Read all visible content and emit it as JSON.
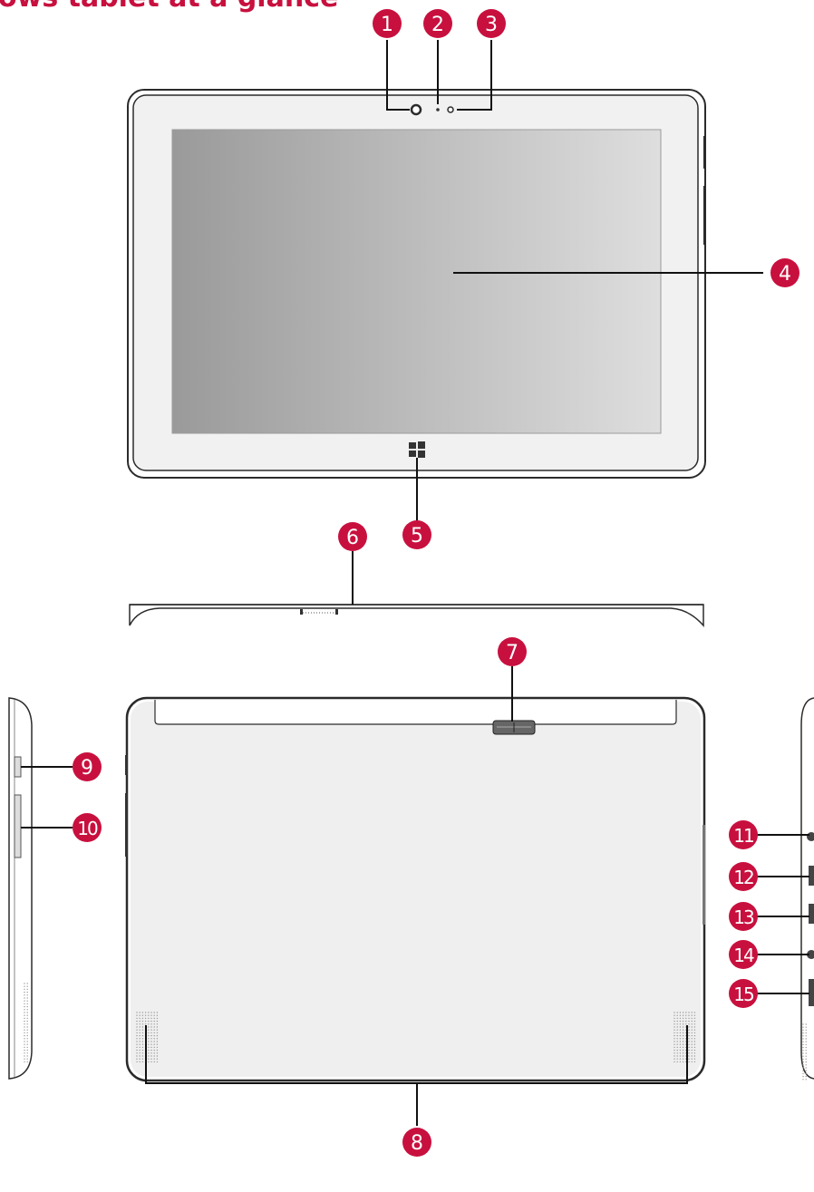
{
  "heading": {
    "text": "ows tablet at a glance"
  },
  "colors": {
    "accent": "#c8103e",
    "callout_text": "#ffffff",
    "line": "#111111",
    "outline": "#2b2b2b",
    "bezel": "#f1f1f1",
    "back_panel": "#efefef",
    "screen_dark": "#9a9a9a",
    "screen_light": "#dedede"
  },
  "callouts": [
    {
      "number": "1"
    },
    {
      "number": "2"
    },
    {
      "number": "3"
    },
    {
      "number": "4"
    },
    {
      "number": "5"
    },
    {
      "number": "6"
    },
    {
      "number": "7"
    },
    {
      "number": "8"
    },
    {
      "number": "9"
    },
    {
      "number": "10"
    },
    {
      "number": "11"
    },
    {
      "number": "12"
    },
    {
      "number": "13"
    },
    {
      "number": "14"
    },
    {
      "number": "15"
    }
  ]
}
